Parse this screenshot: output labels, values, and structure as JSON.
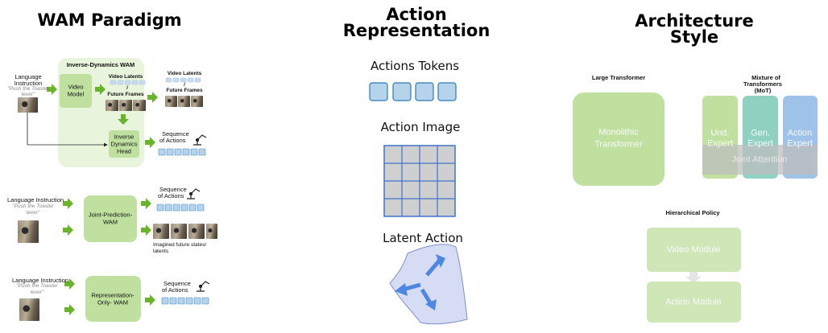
{
  "sections": {
    "wam_title": "WAM Paradigm",
    "action_title_line1": "Action",
    "action_title_line2": "Representation",
    "arch_title_line1": "Architecture",
    "arch_title_line2": "Style"
  },
  "wam": {
    "inverse": {
      "panel_title": "Inverse-Dynamics WAM",
      "lang_line1": "Language",
      "lang_line2": "Instruction",
      "quote_line1": "\"Push the Toaster",
      "quote_line2": "lever\"",
      "video_model_line1": "Video",
      "video_model_line2": "Model",
      "latents_line1": "Video Latents",
      "latents_slash": "/",
      "latents_line2": "Future Frames",
      "out_latents_line1": "Video Latents",
      "out_latents_slash": "/",
      "out_latents_line2": "Future Frames",
      "head_line1": "Inverse",
      "head_line2": "Dynamics",
      "head_line3": "Head",
      "seq_line1": "Sequence",
      "seq_line2": "of Actions"
    },
    "joint": {
      "lang": "Language Instruction",
      "quote_line1": "\"Push the Toaster",
      "quote_line2": "lever\"",
      "box_line1": "Joint-Prediction-",
      "box_line2": "WAM",
      "seq_line1": "Sequence",
      "seq_line2": "of Actions",
      "imagined_line1": "Imagined future states/",
      "imagined_line2": "latents"
    },
    "repr": {
      "lang": "Language Instruction",
      "quote_line1": "\"Push the Toaster",
      "quote_line2": "lever\"",
      "box_line1": "Representation-",
      "box_line2": "Only- WAM",
      "seq_line1": "Sequence",
      "seq_line2": "of Actions"
    }
  },
  "action_repr": {
    "tokens_label": "Actions Tokens",
    "image_label": "Action Image",
    "latent_label": "Latent Action"
  },
  "architecture": {
    "large_title": "Large Transformer",
    "mono_line1": "Monolithic",
    "mono_line2": "Transformer",
    "mot_line1": "Mixture of",
    "mot_line2": "Transformers",
    "mot_line3": "(MoT)",
    "und_line1": "Und.",
    "und_line2": "Expert",
    "gen_line1": "Gen.",
    "gen_line2": "Expert",
    "act_line1": "Action",
    "act_line2": "Expert",
    "joint_attention": "Joint Attention",
    "hier_title": "Hierarchical Policy",
    "video_module": "Video Module",
    "action_module": "Action Module"
  },
  "colors": {
    "green_box": "#bfe09f",
    "green_panel": "#e8f4dc",
    "arrow_green": "#6ab42c",
    "token_blue": "#b5d4ec",
    "token_stroke": "#2c79b6",
    "grid_blue": "#3f73c9",
    "grid_fill": "#cfcfcf",
    "teal_expert": "#8ed1c1",
    "blue_expert": "#9ec2e8"
  }
}
